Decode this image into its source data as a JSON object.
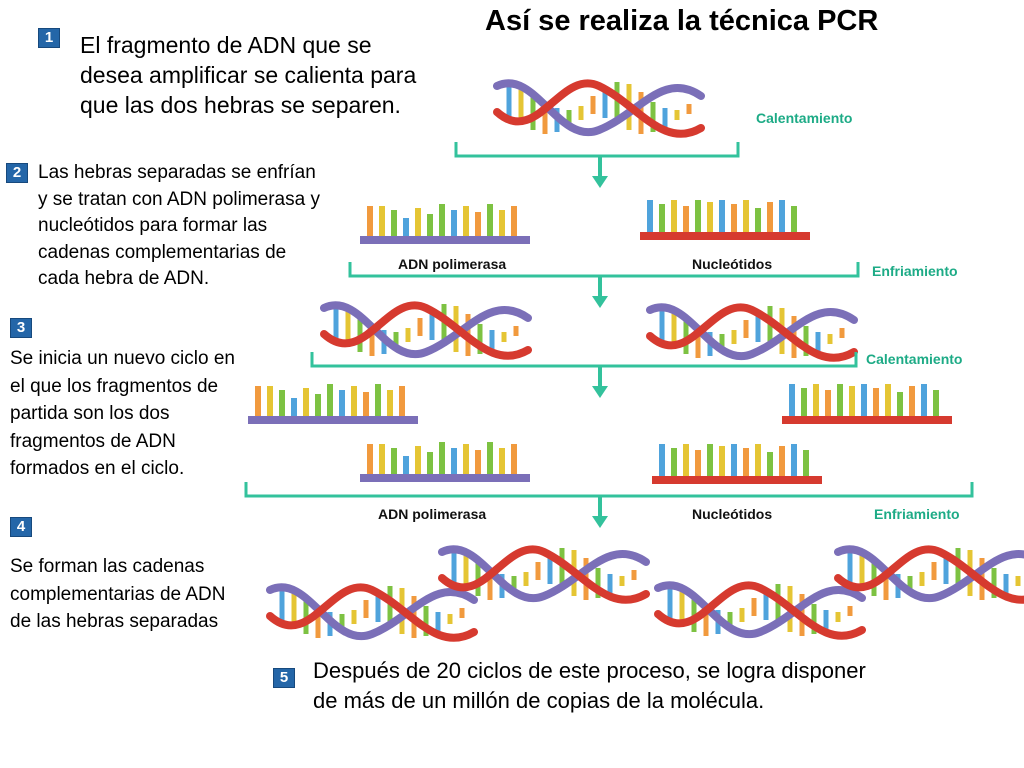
{
  "title": "Así se realiza la técnica PCR",
  "steps": [
    {
      "number": "1",
      "text": "El fragmento de ADN que se desea amplificar se calienta para que las dos hebras se separen."
    },
    {
      "number": "2",
      "text": "Las hebras separadas se enfrían y se tratan con ADN polimerasa y nucleótidos para formar las cadenas complementarias de cada hebra de ADN."
    },
    {
      "number": "3",
      "text": "Se inicia un nuevo ciclo en el que los fragmentos de partida son los dos fragmentos de ADN formados en el ciclo."
    },
    {
      "number": "4",
      "text": "Se forman las cadenas complementarias de ADN de las hebras separadas"
    },
    {
      "number": "5",
      "text": "Después de 20 ciclos de este proceso, se logra disponer de más de un millón de copias de la molécula."
    }
  ],
  "labels": {
    "calentamiento_1": "Calentamiento",
    "adn_polimerasa_1": "ADN polimerasa",
    "nucleotidos_1": "Nucleótidos",
    "enfriamiento_1": "Enfriamiento",
    "calentamiento_2": "Calentamiento",
    "adn_polimerasa_2": "ADN polimerasa",
    "nucleotidos_2": "Nucleótidos",
    "enfriamiento_2": "Enfriamiento"
  },
  "colors": {
    "badge": "#2466a8",
    "phase_label": "#1dab86",
    "bracket": "#33c29c",
    "strand_red": "#d63a2f",
    "strand_purple": "#7b6fb8"
  },
  "icons": [
    "dna-double-helix-icon",
    "down-arrow-icon",
    "single-strand-icon"
  ]
}
